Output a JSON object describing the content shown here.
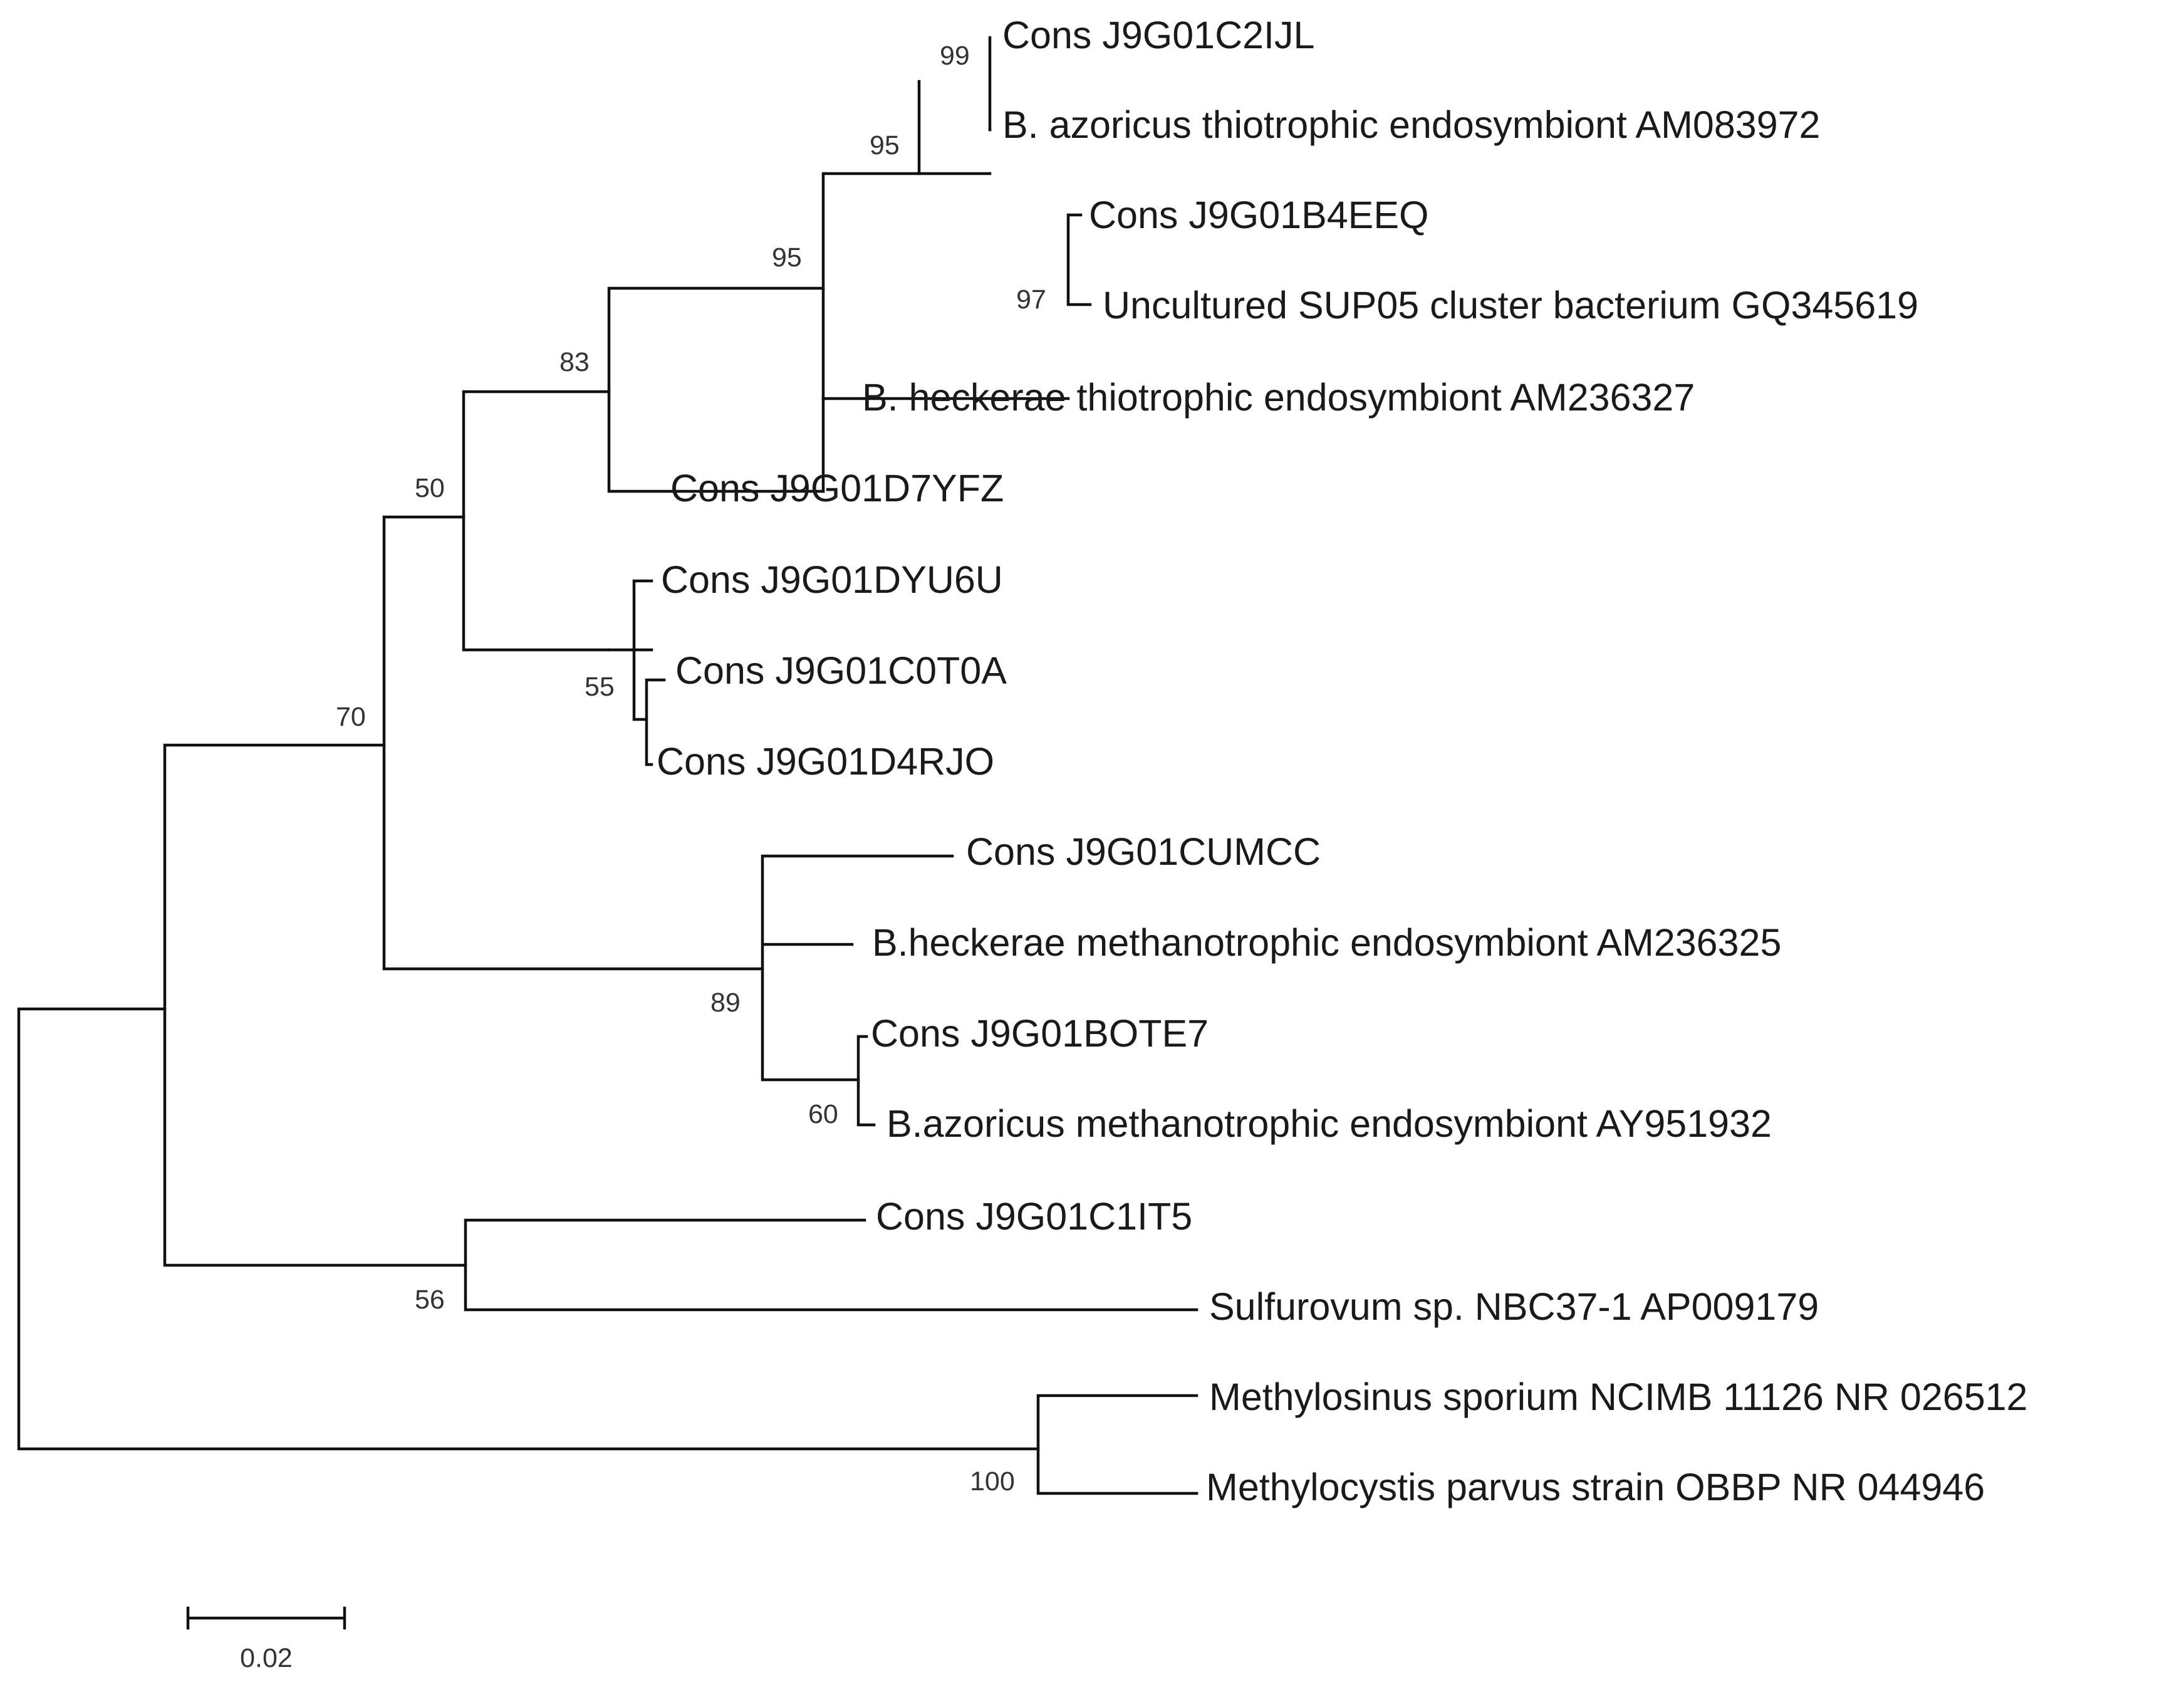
{
  "tree": {
    "leaves": [
      {
        "id": "c2ijl",
        "label": "Cons J9G01C2IJL"
      },
      {
        "id": "am083972",
        "label": "B. azoricus thiotrophic endosymbiont AM083972"
      },
      {
        "id": "b4eeq",
        "label": "Cons J9G01B4EEQ"
      },
      {
        "id": "gq345619",
        "label": "Uncultured SUP05 cluster bacterium GQ345619"
      },
      {
        "id": "am236327",
        "label": "B. heckerae thiotrophic endosymbiont AM236327"
      },
      {
        "id": "d7yfz",
        "label": "Cons J9G01D7YFZ"
      },
      {
        "id": "dyu6u",
        "label": "Cons J9G01DYU6U"
      },
      {
        "id": "c0t0a",
        "label": "Cons J9G01C0T0A"
      },
      {
        "id": "d4rjo",
        "label": "Cons J9G01D4RJO"
      },
      {
        "id": "cumcc",
        "label": "Cons J9G01CUMCC"
      },
      {
        "id": "am236325",
        "label": "B.heckerae methanotrophic endosymbiont AM236325"
      },
      {
        "id": "bote7",
        "label": "Cons J9G01BOTE7"
      },
      {
        "id": "ay951932",
        "label": "B.azoricus methanotrophic endosymbiont AY951932"
      },
      {
        "id": "c1it5",
        "label": "Cons J9G01C1IT5"
      },
      {
        "id": "ap009179",
        "label": "Sulfurovum sp. NBC37-1 AP009179"
      },
      {
        "id": "nr026512",
        "label": "Methylosinus sporium NCIMB 11126 NR 026512"
      },
      {
        "id": "nr044946",
        "label": "Methylocystis parvus strain OBBP NR 044946"
      }
    ],
    "bootstrap": {
      "n_c2ijl_am083972": "99",
      "n_azoricus_group": "95",
      "n_thiotrophic_group": "95",
      "n_sup05": "97",
      "n_83": "83",
      "n_50": "50",
      "n_70": "70",
      "n_55": "55",
      "n_89": "89",
      "n_60": "60",
      "n_56": "56",
      "n_100": "100"
    }
  },
  "scale_bar": {
    "label": "0.02"
  }
}
